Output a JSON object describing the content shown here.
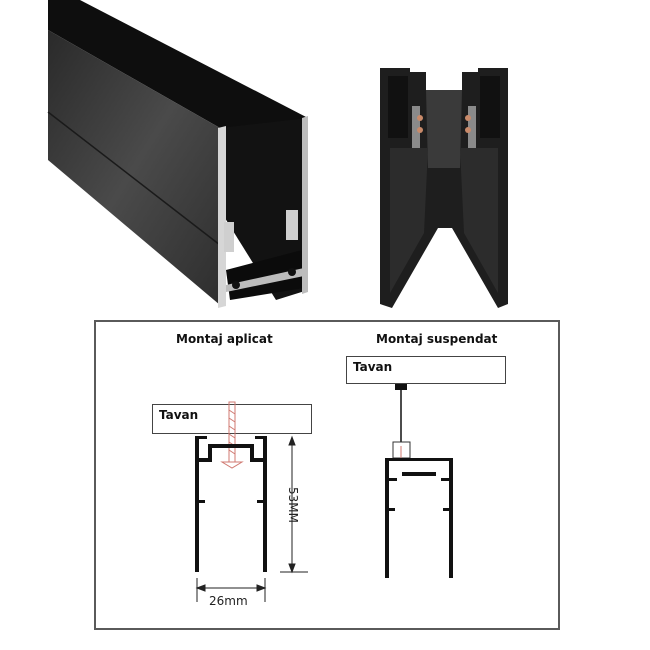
{
  "photos": {
    "left": {
      "description": "black aluminium magnetic track profile, perspective view",
      "colors": {
        "body": "#1c1c1c",
        "face": "#3a3a3a",
        "edge": "#d8d8d8"
      }
    },
    "right": {
      "description": "black suspended track profile, front view with copper contacts",
      "colors": {
        "body": "#262626",
        "contact": "#c98a6a"
      }
    }
  },
  "diagram": {
    "surface_mount": {
      "title": "Montaj aplicat",
      "ceiling_label": "Tavan",
      "height_dim": "53MM",
      "width_dim": "26mm"
    },
    "suspended_mount": {
      "title": "Montaj suspendat",
      "ceiling_label": "Tavan"
    },
    "colors": {
      "border": "#5a5a5a",
      "profile": "#111111",
      "screw": "#d07a72"
    }
  }
}
